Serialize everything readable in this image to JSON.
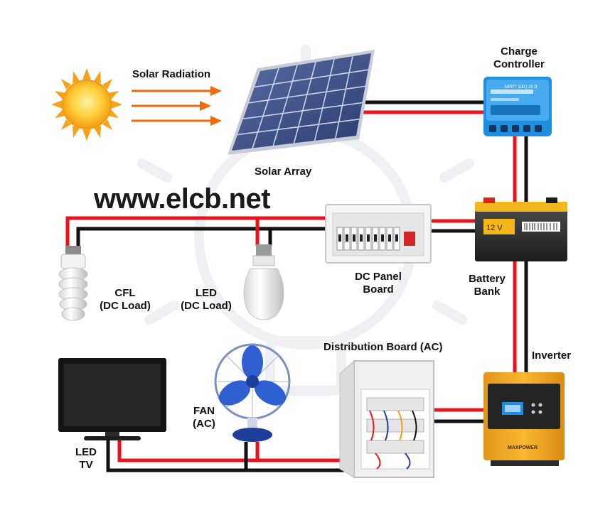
{
  "labels": {
    "solar_radiation": "Solar Radiation",
    "solar_array": "Solar Array",
    "charge_controller": [
      "Charge",
      "Controller"
    ],
    "battery_bank": [
      "Battery",
      "Bank"
    ],
    "inverter": "Inverter",
    "dc_panel_board": [
      "DC Panel",
      "Board"
    ],
    "distribution_board": "Distribution Board (AC)",
    "cfl": [
      "CFL",
      "(DC Load)"
    ],
    "led": [
      "LED",
      "(DC Load)"
    ],
    "fan": [
      "FAN",
      "(AC)"
    ],
    "led_tv": [
      "LED",
      "TV"
    ]
  },
  "watermark": "www.elcb.net",
  "battery_voltage": "12 V",
  "charge_controller_text": "MPPT 100 | 20 B",
  "inverter_brand": "MAXPOWER",
  "colors": {
    "positive_wire": "#e8141c",
    "negative_wire": "#111111",
    "controller_blue": "#1f8ee0",
    "inverter_orange": "#f2a91c",
    "sun_orange": "#f7a21a",
    "arrow_orange": "#f06a12",
    "panel_blue": "#3a4f8a",
    "fan_blue": "#2f5fd0"
  }
}
